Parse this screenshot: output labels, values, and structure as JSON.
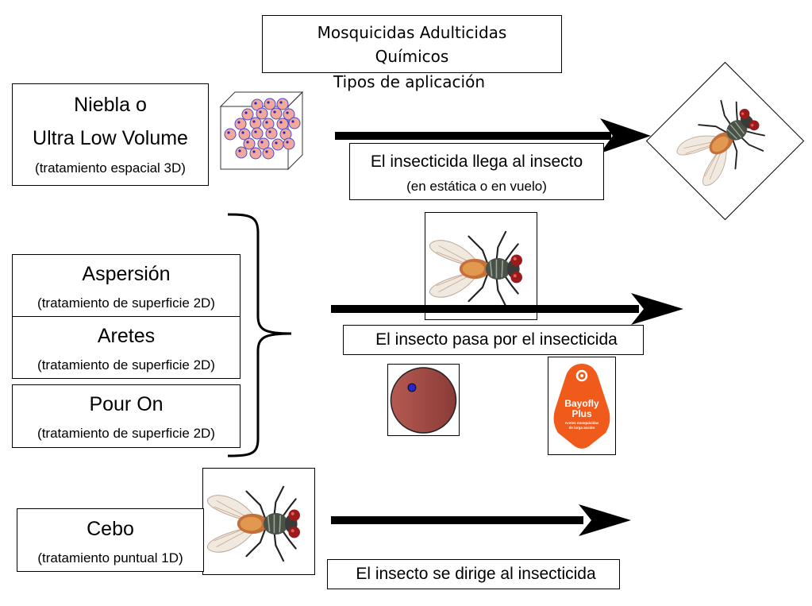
{
  "title": {
    "line1": "Mosquicidas Adulticidas",
    "line2": "Químicos",
    "line3": "Tipos de aplicación"
  },
  "niebla": {
    "line1": "Niebla o",
    "line2": "Ultra Low Volume",
    "sub": "(tratamiento espacial 3D)"
  },
  "aspersion": {
    "name": "Aspersión",
    "sub": "(tratamiento de superficie 2D)"
  },
  "aretes": {
    "name": "Aretes",
    "sub": "(tratamiento de superficie 2D)"
  },
  "pour_on": {
    "name": "Pour On",
    "sub": "(tratamiento de superficie 2D)"
  },
  "cebo": {
    "name": "Cebo",
    "sub": "(tratamiento puntual 1D)"
  },
  "arrow1_label": {
    "line1": "El insecticida llega al insecto",
    "line2": "(en estática o en vuelo)"
  },
  "arrow2_label": "El insecto pasa por el insecticida",
  "arrow3_label": "El insecto se dirige al insecticida",
  "bayofly_tag": {
    "brand": "Bayofly",
    "brand2": "Plus",
    "line1": "Aretes mosquicidas",
    "line2": "de larga acción",
    "color": "#f05a1a"
  },
  "colors": {
    "sphere": "#f2a89a",
    "sphere_dot": "#2a2ab8",
    "disc": "#a84a44"
  },
  "icons": [
    "fly-icon",
    "droplet-cube-icon",
    "surface-disc-icon",
    "ear-tag-icon",
    "arrow-icon",
    "brace-icon"
  ]
}
